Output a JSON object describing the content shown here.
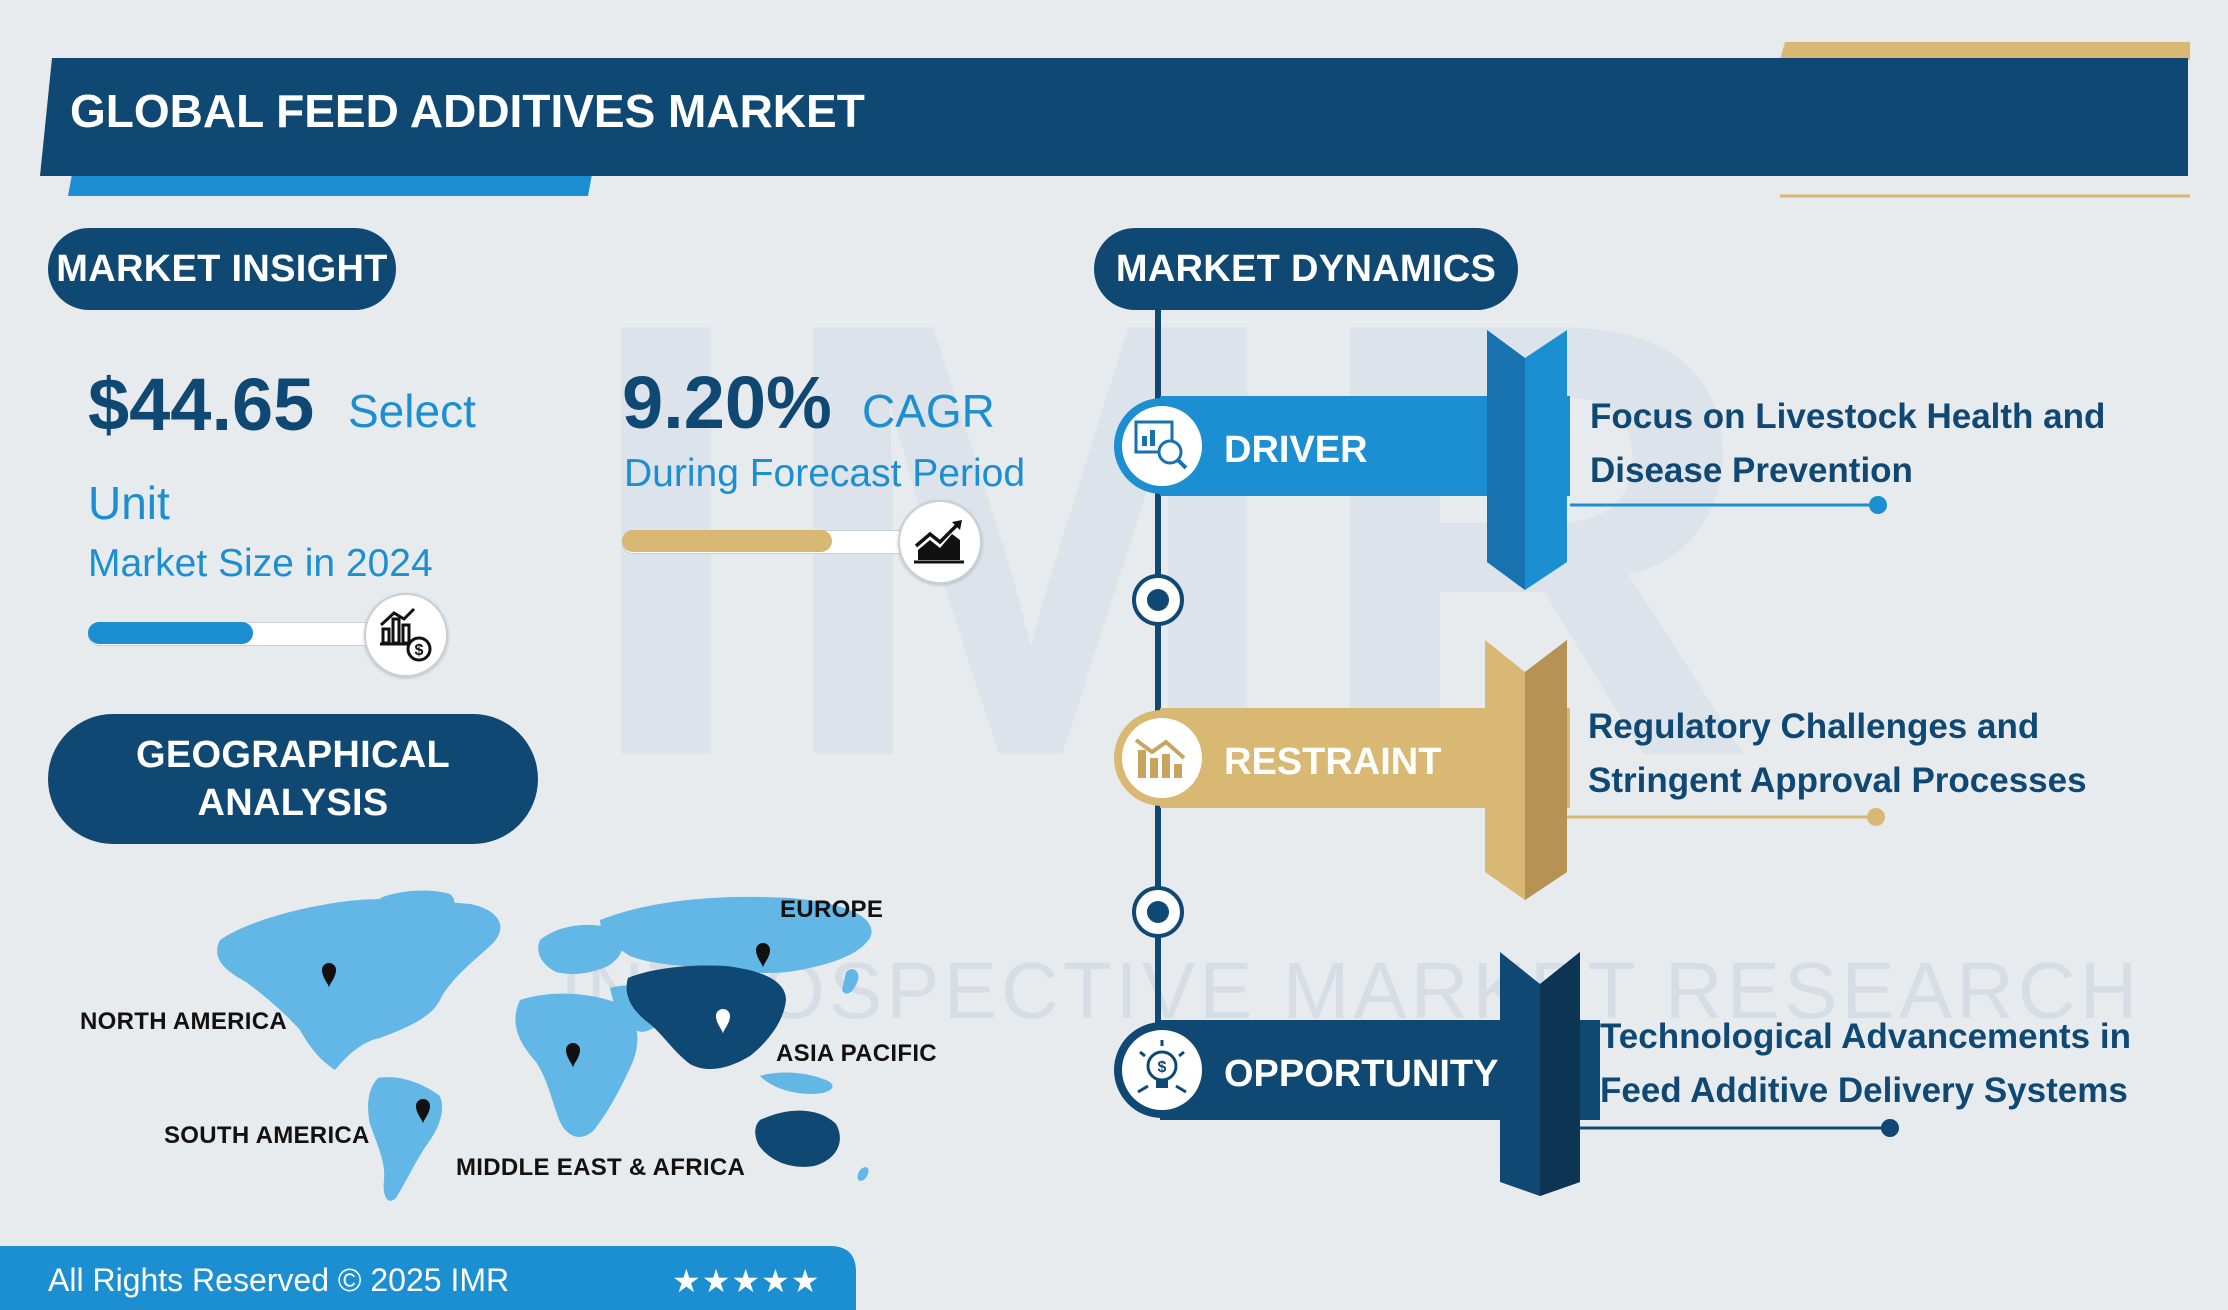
{
  "header": {
    "title": "GLOBAL FEED ADDITIVES MARKET"
  },
  "colors": {
    "navy": "#0f4872",
    "blue": "#1b8fd1",
    "gold": "#d8b872",
    "background": "#e8ebee"
  },
  "watermark": {
    "letters": "IMR",
    "tagline": "INTROSPECTIVE MARKET RESEARCH"
  },
  "market_insight": {
    "heading": "MARKET INSIGHT",
    "size_value": "$44.65",
    "size_unit_a": "Select",
    "size_unit_b": "Unit",
    "size_caption": "Market Size in 2024",
    "size_icon": "bar-chart-dollar-icon",
    "size_progress": 0.55,
    "cagr_value": "9.20%",
    "cagr_label": "CAGR",
    "cagr_caption": "During Forecast Period",
    "cagr_icon": "growth-chart-icon",
    "cagr_progress": 0.7
  },
  "geo": {
    "heading_line1": "GEOGRAPHICAL",
    "heading_line2": "ANALYSIS",
    "regions": {
      "north_america": "NORTH AMERICA",
      "europe": "EUROPE",
      "asia_pacific": "ASIA PACIFIC",
      "south_america": "SOUTH AMERICA",
      "mea": "MIDDLE EAST & AFRICA"
    }
  },
  "dynamics": {
    "heading": "MARKET DYNAMICS",
    "driver": {
      "label": "DRIVER",
      "icon": "analytics-magnifier-icon",
      "text_line1": "Focus on Livestock Health and",
      "text_line2": "Disease Prevention"
    },
    "restraint": {
      "label": "RESTRAINT",
      "icon": "declining-chart-icon",
      "text_line1": "Regulatory Challenges and",
      "text_line2": "Stringent Approval Processes"
    },
    "opportunity": {
      "label": "OPPORTUNITY",
      "icon": "lightbulb-dollar-icon",
      "text_line1": "Technological Advancements in",
      "text_line2": "Feed Additive Delivery Systems"
    }
  },
  "footer": {
    "copyright": "All Rights Reserved © 2025 IMR",
    "stars": "★★★★★"
  }
}
